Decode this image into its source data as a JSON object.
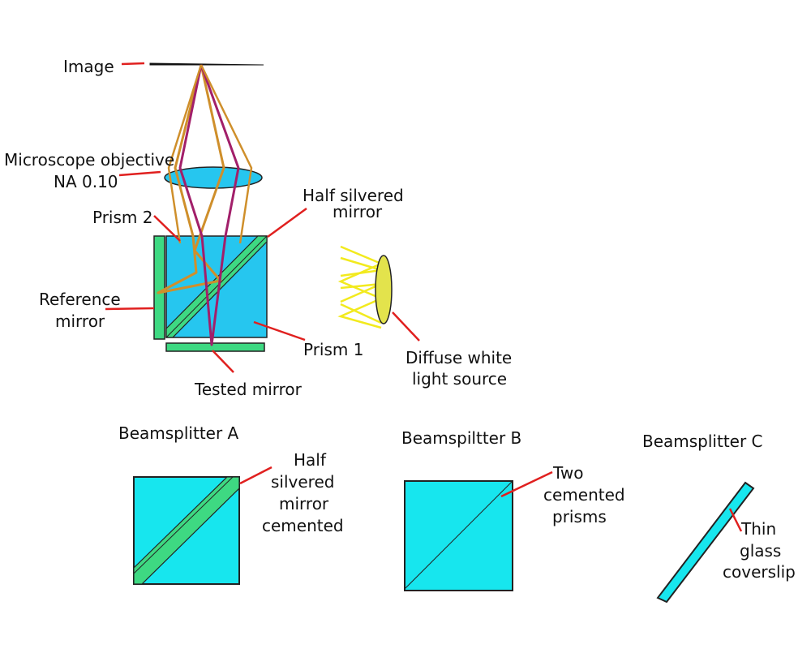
{
  "labels": {
    "image": "Image",
    "objective_line1": "Microscope objective",
    "objective_line2": "NA 0.10",
    "prism2": "Prism 2",
    "half_silvered_line1": "Half silvered",
    "half_silvered_line2": "mirror",
    "reference_line1": "Reference",
    "reference_line2": "mirror",
    "prism1": "Prism 1",
    "tested_mirror": "Tested mirror",
    "light_line1": "Diffuse white",
    "light_line2": "light source"
  },
  "beamsplitters": {
    "a": {
      "title": "Beamsplitter A",
      "note": [
        "Half",
        "silvered",
        "mirror",
        "cemented"
      ]
    },
    "b": {
      "title": "Beamspiltter B",
      "note": [
        "Two",
        "cemented",
        "prisms"
      ]
    },
    "c": {
      "title": "Beamsplitter C",
      "note": [
        "Thin",
        "glass",
        "coverslip"
      ]
    }
  },
  "colors": {
    "prism_cube": "#26c6ef",
    "beamsplitter_cube": "#17e6ee",
    "mirror_green": "#3ed982",
    "lens_fill": "#26c6ef",
    "light_source": "#e3e34c",
    "ray_gold": "#cf8f2b",
    "ray_purple": "#a21f6a",
    "light_rays": "#f2ea1e",
    "leader_red": "#e0201f"
  }
}
